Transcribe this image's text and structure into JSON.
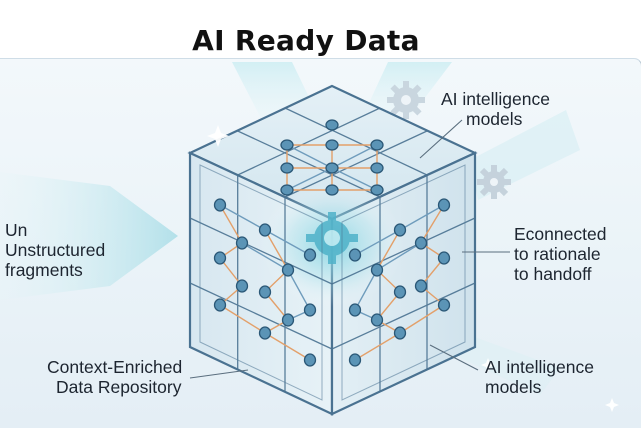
{
  "title": "AI Ready Data",
  "labels": {
    "top_right_line1": "AI intelligence",
    "top_right_line2": "models",
    "left_line1": "Un",
    "left_line2": "Unstructured",
    "left_line3": "fragments",
    "right_line1": "Econnected",
    "right_line2": "to rationale",
    "right_line3": "to handoff",
    "bottom_left_line1": "Context-Enriched",
    "bottom_left_line2": "Data Repository",
    "bottom_right_line1": "AI intelligence",
    "bottom_right_line2": "models"
  },
  "colors": {
    "cube_line": "#4a7291",
    "node_fill": "#5b94b6",
    "node_stroke": "#2b5877",
    "link_orange": "#e3a06a",
    "link_blue": "#6f9cbc",
    "beam": "#bfe6ee",
    "gear": "#c5d2dc"
  }
}
